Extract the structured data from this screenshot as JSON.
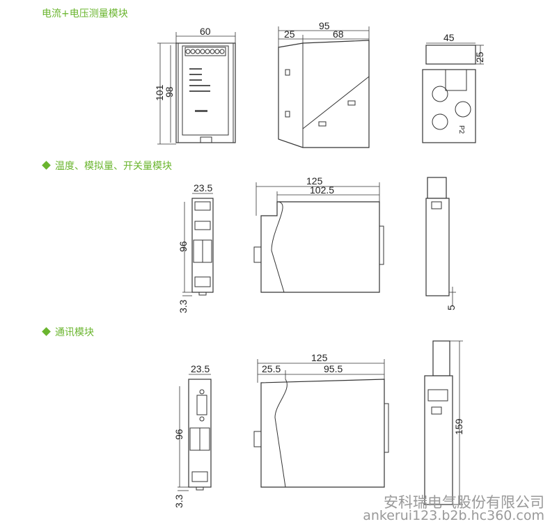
{
  "sections": [
    {
      "title": "电流+电压测量模块",
      "dims": {
        "front_width": "60",
        "front_height_outer": "101",
        "front_height_inner": "98",
        "side_left": "25",
        "side_total": "95",
        "side_right": "68",
        "end_width": "45",
        "end_height": "25",
        "end_label": "P2"
      }
    },
    {
      "title": "温度、模拟量、开关量模块",
      "dims": {
        "front_width": "23.5",
        "front_height": "96",
        "front_bottom": "3.3",
        "side_total": "125",
        "side_right": "102.5",
        "end_bottom": "5"
      }
    },
    {
      "title": "通讯模块",
      "dims": {
        "front_width": "23.5",
        "front_height": "96",
        "front_bottom": "3.3",
        "side_total": "125",
        "side_left": "25.5",
        "side_right": "95.5",
        "end_height": "159"
      }
    }
  ],
  "watermark": {
    "company": "安科瑞电气股份有限公司",
    "url": "ankerui123.b2b.hc360.com"
  },
  "colors": {
    "accent": "#6ab52e",
    "line": "#333333",
    "watermark": "#999999"
  }
}
